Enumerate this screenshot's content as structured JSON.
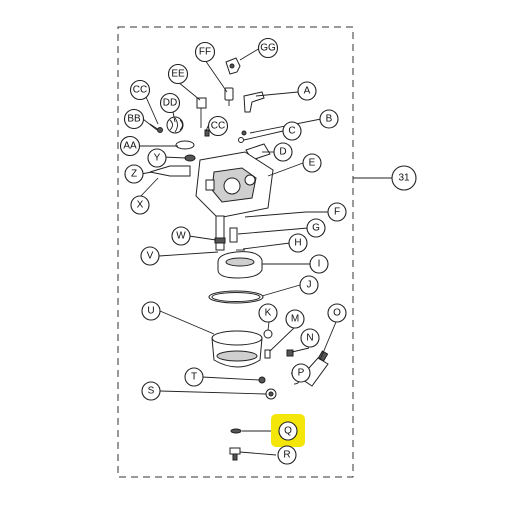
{
  "diagram": {
    "assembly_label": "31",
    "highlighted_label": "Q",
    "highlight_color": "#f5e60a",
    "callouts": [
      {
        "id": "GG",
        "label": "GG"
      },
      {
        "id": "FF",
        "label": "FF"
      },
      {
        "id": "EE",
        "label": "EE"
      },
      {
        "id": "A",
        "label": "A"
      },
      {
        "id": "CC1",
        "label": "CC"
      },
      {
        "id": "DD",
        "label": "DD"
      },
      {
        "id": "B",
        "label": "B"
      },
      {
        "id": "BB",
        "label": "BB"
      },
      {
        "id": "CC2",
        "label": "CC"
      },
      {
        "id": "C",
        "label": "C"
      },
      {
        "id": "AA",
        "label": "AA"
      },
      {
        "id": "D",
        "label": "D"
      },
      {
        "id": "Y",
        "label": "Y"
      },
      {
        "id": "E",
        "label": "E"
      },
      {
        "id": "Z",
        "label": "Z"
      },
      {
        "id": "X",
        "label": "X"
      },
      {
        "id": "F",
        "label": "F"
      },
      {
        "id": "W",
        "label": "W"
      },
      {
        "id": "G",
        "label": "G"
      },
      {
        "id": "H",
        "label": "H"
      },
      {
        "id": "V",
        "label": "V"
      },
      {
        "id": "I",
        "label": "I"
      },
      {
        "id": "J",
        "label": "J"
      },
      {
        "id": "U",
        "label": "U"
      },
      {
        "id": "K",
        "label": "K"
      },
      {
        "id": "M",
        "label": "M"
      },
      {
        "id": "O",
        "label": "O"
      },
      {
        "id": "N",
        "label": "N"
      },
      {
        "id": "P",
        "label": "P"
      },
      {
        "id": "T",
        "label": "T"
      },
      {
        "id": "S",
        "label": "S"
      },
      {
        "id": "Q",
        "label": "Q"
      },
      {
        "id": "R",
        "label": "R"
      }
    ]
  }
}
